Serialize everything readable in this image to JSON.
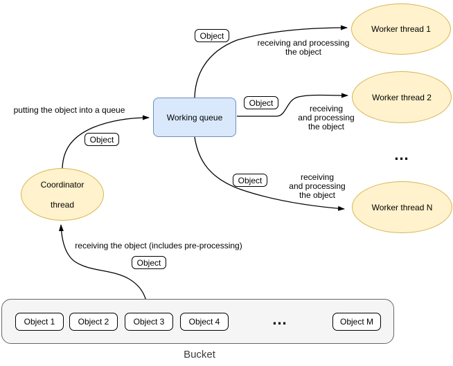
{
  "diagram": {
    "nodes": {
      "working_queue": {
        "label": "Working queue"
      },
      "coordinator_thread": {
        "line1": "Coordinator",
        "line2": "thread"
      },
      "worker_thread_1": {
        "label": "Worker thread 1"
      },
      "worker_thread_2": {
        "label": "Worker thread 2"
      },
      "worker_thread_n": {
        "label": "Worker thread N"
      }
    },
    "workers_ellipsis": "...",
    "bucket": {
      "title": "Bucket",
      "items": [
        "Object 1",
        "Object 2",
        "Object 3",
        "Object 4"
      ],
      "ellipsis": "...",
      "last_item": "Object M"
    },
    "edges": {
      "coordinator_to_queue": {
        "label": "putting the object into a queue",
        "badge": "Object"
      },
      "queue_to_worker_1": {
        "line1": "receiving and processing",
        "line2": "the object",
        "badge": "Object"
      },
      "queue_to_worker_2": {
        "line1": "receiving",
        "line2": "and processing",
        "line3": "the object",
        "badge": "Object"
      },
      "queue_to_worker_n": {
        "line1": "receiving",
        "line2": "and processing",
        "line3": "the object",
        "badge": "Object"
      },
      "bucket_to_coordinator": {
        "label": "receiving the object (includes pre-processing)",
        "badge": "Object"
      }
    },
    "colors": {
      "queue_fill": "#dae8fc",
      "queue_stroke": "#6c8ebf",
      "thread_fill": "#fff2cc",
      "thread_stroke": "#d6b656",
      "bucket_fill": "#f5f5f5",
      "bucket_stroke": "#666666",
      "item_fill": "#ffffff",
      "item_stroke": "#000000",
      "edge_color": "#000000"
    }
  }
}
